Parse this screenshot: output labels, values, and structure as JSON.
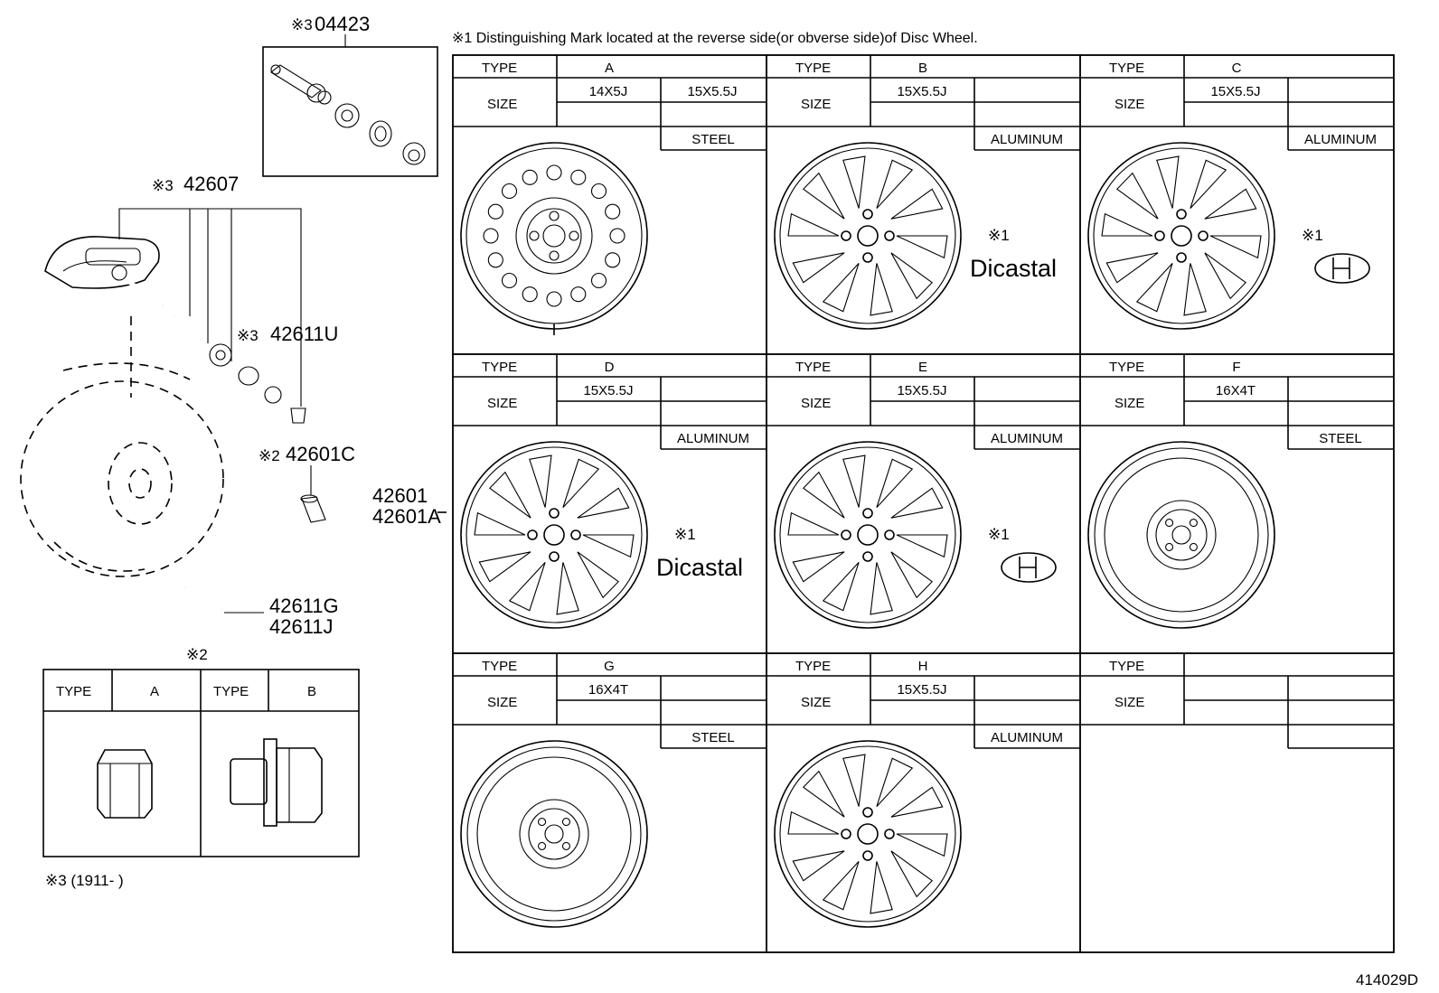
{
  "header_note": "※1 Distinguishing Mark located at the reverse side(or obverse side)of Disc Wheel.",
  "diagram_code": "414029D",
  "footnote": "※3 (1911-      )",
  "labels": {
    "type": "TYPE",
    "size": "SIZE",
    "mark": "※1",
    "nut_mark": "※2"
  },
  "parts": {
    "valve_kit": {
      "prefix": "※3",
      "number": "04423"
    },
    "tpms_sensor": {
      "prefix": "※3",
      "number": "42607"
    },
    "valve_set": {
      "prefix": "※3",
      "number": "42611U"
    },
    "hub_nut": {
      "prefix": "※2",
      "number": "42601C"
    },
    "wheel_a": "42601",
    "wheel_b": "42601A",
    "valve_g": "42611G",
    "valve_j": "42611J"
  },
  "wheels": [
    {
      "type": "A",
      "sizes": [
        "14X5J",
        "15X5.5J"
      ],
      "material": "STEEL",
      "style": "steel",
      "brand": ""
    },
    {
      "type": "B",
      "sizes": [
        "15X5.5J"
      ],
      "material": "ALUMINUM",
      "style": "alloy_double",
      "brand": "Dicastal"
    },
    {
      "type": "C",
      "sizes": [
        "15X5.5J"
      ],
      "material": "ALUMINUM",
      "style": "alloy_double",
      "brand": "HD-logo"
    },
    {
      "type": "D",
      "sizes": [
        "15X5.5J"
      ],
      "material": "ALUMINUM",
      "style": "alloy_split",
      "brand": "Dicastal"
    },
    {
      "type": "E",
      "sizes": [
        "15X5.5J"
      ],
      "material": "ALUMINUM",
      "style": "alloy_split",
      "brand": "HD-logo"
    },
    {
      "type": "F",
      "sizes": [
        "16X4T"
      ],
      "material": "STEEL",
      "style": "spare",
      "brand": ""
    },
    {
      "type": "G",
      "sizes": [
        "16X4T"
      ],
      "material": "STEEL",
      "style": "spare_small",
      "brand": ""
    },
    {
      "type": "H",
      "sizes": [
        "15X5.5J"
      ],
      "material": "ALUMINUM",
      "style": "alloy_wide",
      "brand": ""
    },
    {
      "type": "",
      "sizes": [],
      "material": "",
      "style": "empty",
      "brand": ""
    }
  ],
  "nut_table": {
    "col_a": "A",
    "col_b": "B"
  }
}
